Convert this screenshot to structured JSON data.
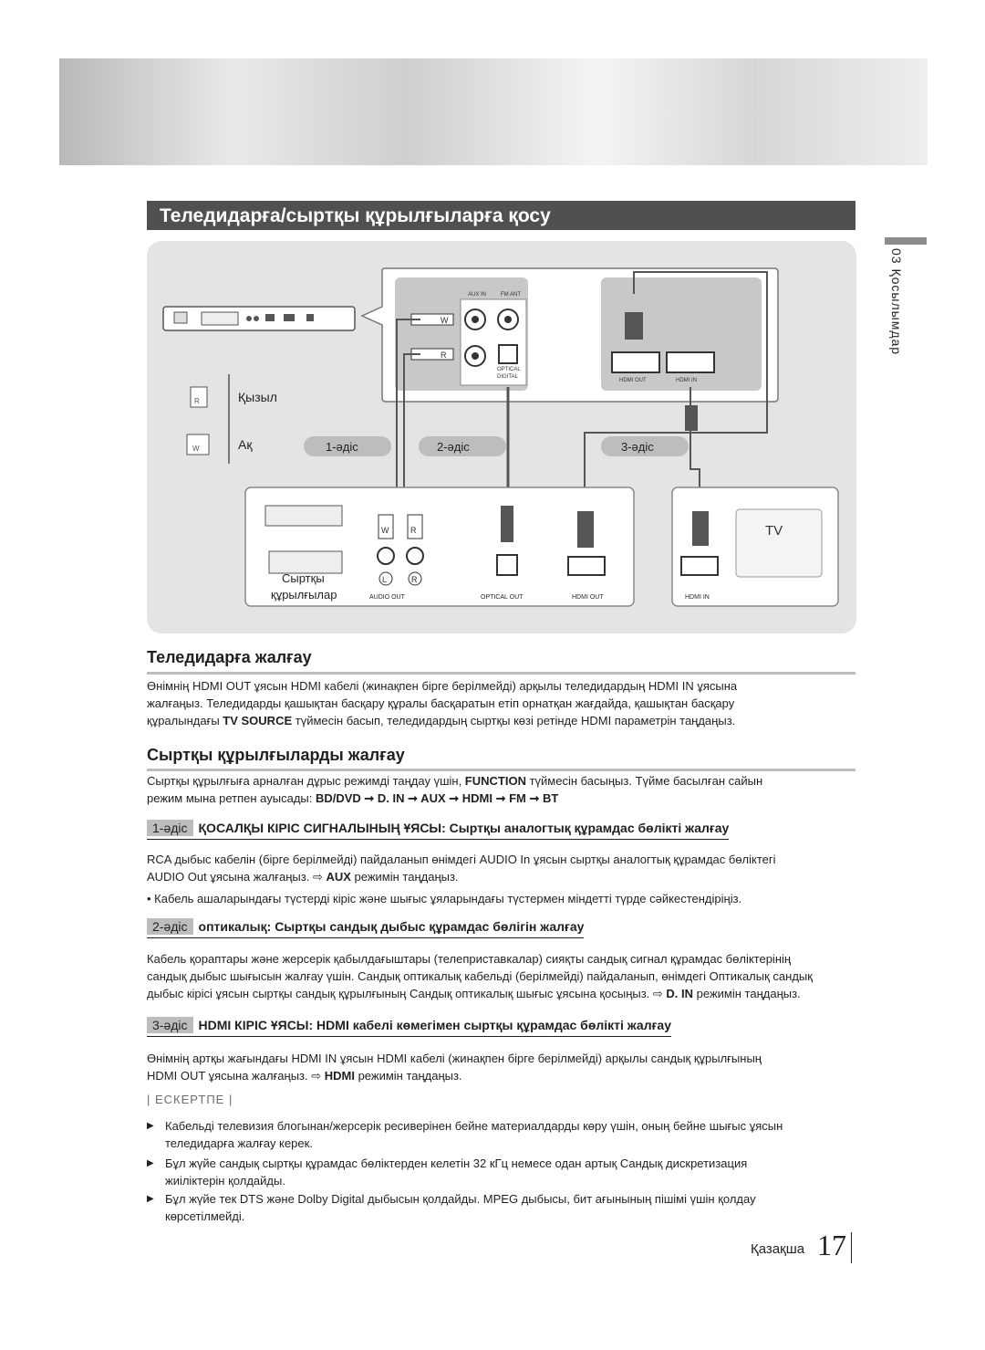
{
  "header": {
    "title": "Теледидарға/сыртқы құрылғыларға қосу"
  },
  "side": {
    "chapter": "03   Қосылымдар"
  },
  "diagram": {
    "legend_red": "Қызыл",
    "legend_white": "Ақ",
    "legend_red_letter": "R",
    "legend_white_letter": "W",
    "method1": "1-әдіс",
    "method2": "2-әдіс",
    "method3": "3-әдіс",
    "panel_aux_in": "AUX IN",
    "panel_fm_ant": "FM ANT",
    "panel_optical": "OPTICAL",
    "panel_optical_2": "DIGITAL",
    "panel_hdmi_out": "HDMI OUT",
    "panel_hdmi_in": "HDMI IN",
    "plug_w": "W",
    "plug_r": "R",
    "jack_l": "L",
    "jack_r": "R",
    "ext_devices_1": "Сыртқы",
    "ext_devices_2": "құрылғылар",
    "audio_out": "AUDIO OUT",
    "optical_out": "OPTICAL OUT",
    "hdmi_out": "HDMI OUT",
    "hdmi_in": "HDMI IN",
    "tv": "TV"
  },
  "sec1": {
    "title": "Теледидарға жалғау",
    "p1a": "Өнімнің HDMI OUT ұясын HDMI кабелі (жинақпен бірге берілмейді) арқылы теледидардың HDMI IN ұясына",
    "p1b": "жалғаңыз. Теледидарды қашықтан басқару құралы басқаратын етіп орнатқан жағдайда, қашықтан басқару",
    "p1c_pre": "құралындағы ",
    "p1c_bold": "TV SOURCE",
    "p1c_post": " түймесін басып, теледидардың сыртқы көзі ретінде HDMI параметрін таңдаңыз."
  },
  "sec2": {
    "title": "Сыртқы құрылғыларды жалғау",
    "p1a_pre": "Сыртқы құрылғыға арналған дұрыс режимді таңдау үшін, ",
    "p1a_bold": "FUNCTION",
    "p1a_post": " түймесін басыңыз. Түйме басылған сайын",
    "p1b_pre": "режим мына ретпен ауысады: ",
    "p1b_bold": "BD/DVD ➞ D. IN ➞ AUX ➞ HDMI ➞ FM ➞ BT"
  },
  "m1": {
    "badge": "1-әдіс",
    "title": "ҚОСАЛҚЫ КІРІС СИГНАЛЫНЫҢ ҰЯСЫ: Сыртқы аналогтық құрамдас бөлікті жалғау",
    "p1": "RCA дыбыс кабелін (бірге берілмейді) пайдаланып өнімдегі AUDIO In ұясын сыртқы аналогтық құрамдас бөліктегі",
    "p2_pre": "AUDIO Out ұясына жалғаңыз. ⇨ ",
    "p2_bold": "AUX",
    "p2_post": " режимін таңдаңыз.",
    "bullet": "•  Кабель ашаларындағы түстерді кіріс және шығыс ұяларындағы түстермен міндетті түрде сәйкестендіріңіз."
  },
  "m2": {
    "badge": "2-әдіс",
    "title": "оптикалық: Сыртқы сандық дыбыс құрамдас бөлігін жалғау",
    "p1": "Кабель қораптары және жерсерік қабылдағыштары (телеприставкалар) сияқты сандық сигнал құрамдас бөліктерінің",
    "p2": "сандық дыбыс шығысын жалғау үшін. Сандық оптикалық кабельді (берілмейді) пайдаланып, өнімдегі Оптикалық сандық",
    "p3_pre": "дыбыс кірісі ұясын сыртқы сандық құрылғының Сандық оптикалық шығыс ұясына қосыңыз. ⇨ ",
    "p3_bold": "D. IN",
    "p3_post": " режимін таңдаңыз."
  },
  "m3": {
    "badge": "3-әдіс",
    "title": "HDMI КІРІС ҰЯСЫ: HDMI кабелі көмегімен сыртқы құрамдас бөлікті жалғау",
    "p1": "Өнімнің артқы жағындағы HDMI IN ұясын HDMI кабелі (жинақпен бірге берілмейді) арқылы сандық құрылғының",
    "p2_pre": "HDMI OUT ұясына жалғаңыз. ⇨ ",
    "p2_bold": "HDMI",
    "p2_post": " режимін таңдаңыз."
  },
  "note": {
    "title": "| ЕСКЕРТПЕ |",
    "n1a": "Кабельді телевизия блогынан/жерсерік ресиверінен бейне материалдарды көру үшін, оның бейне шығыс ұясын",
    "n1b": "теледидарға жалғау керек.",
    "n2a": "Бұл жүйе сандық сыртқы құрамдас бөліктерден келетін 32 кГц немесе одан артық Сандық дискретизация",
    "n2b": "жиіліктерін қолдайды.",
    "n3a": "Бұл жүйе тек DTS және Dolby Digital дыбысын қолдайды. MPEG дыбысы, бит ағынының пішімі үшін қолдау",
    "n3b": "көрсетілмейді."
  },
  "footer": {
    "language": "Қазақша",
    "page": "17"
  }
}
